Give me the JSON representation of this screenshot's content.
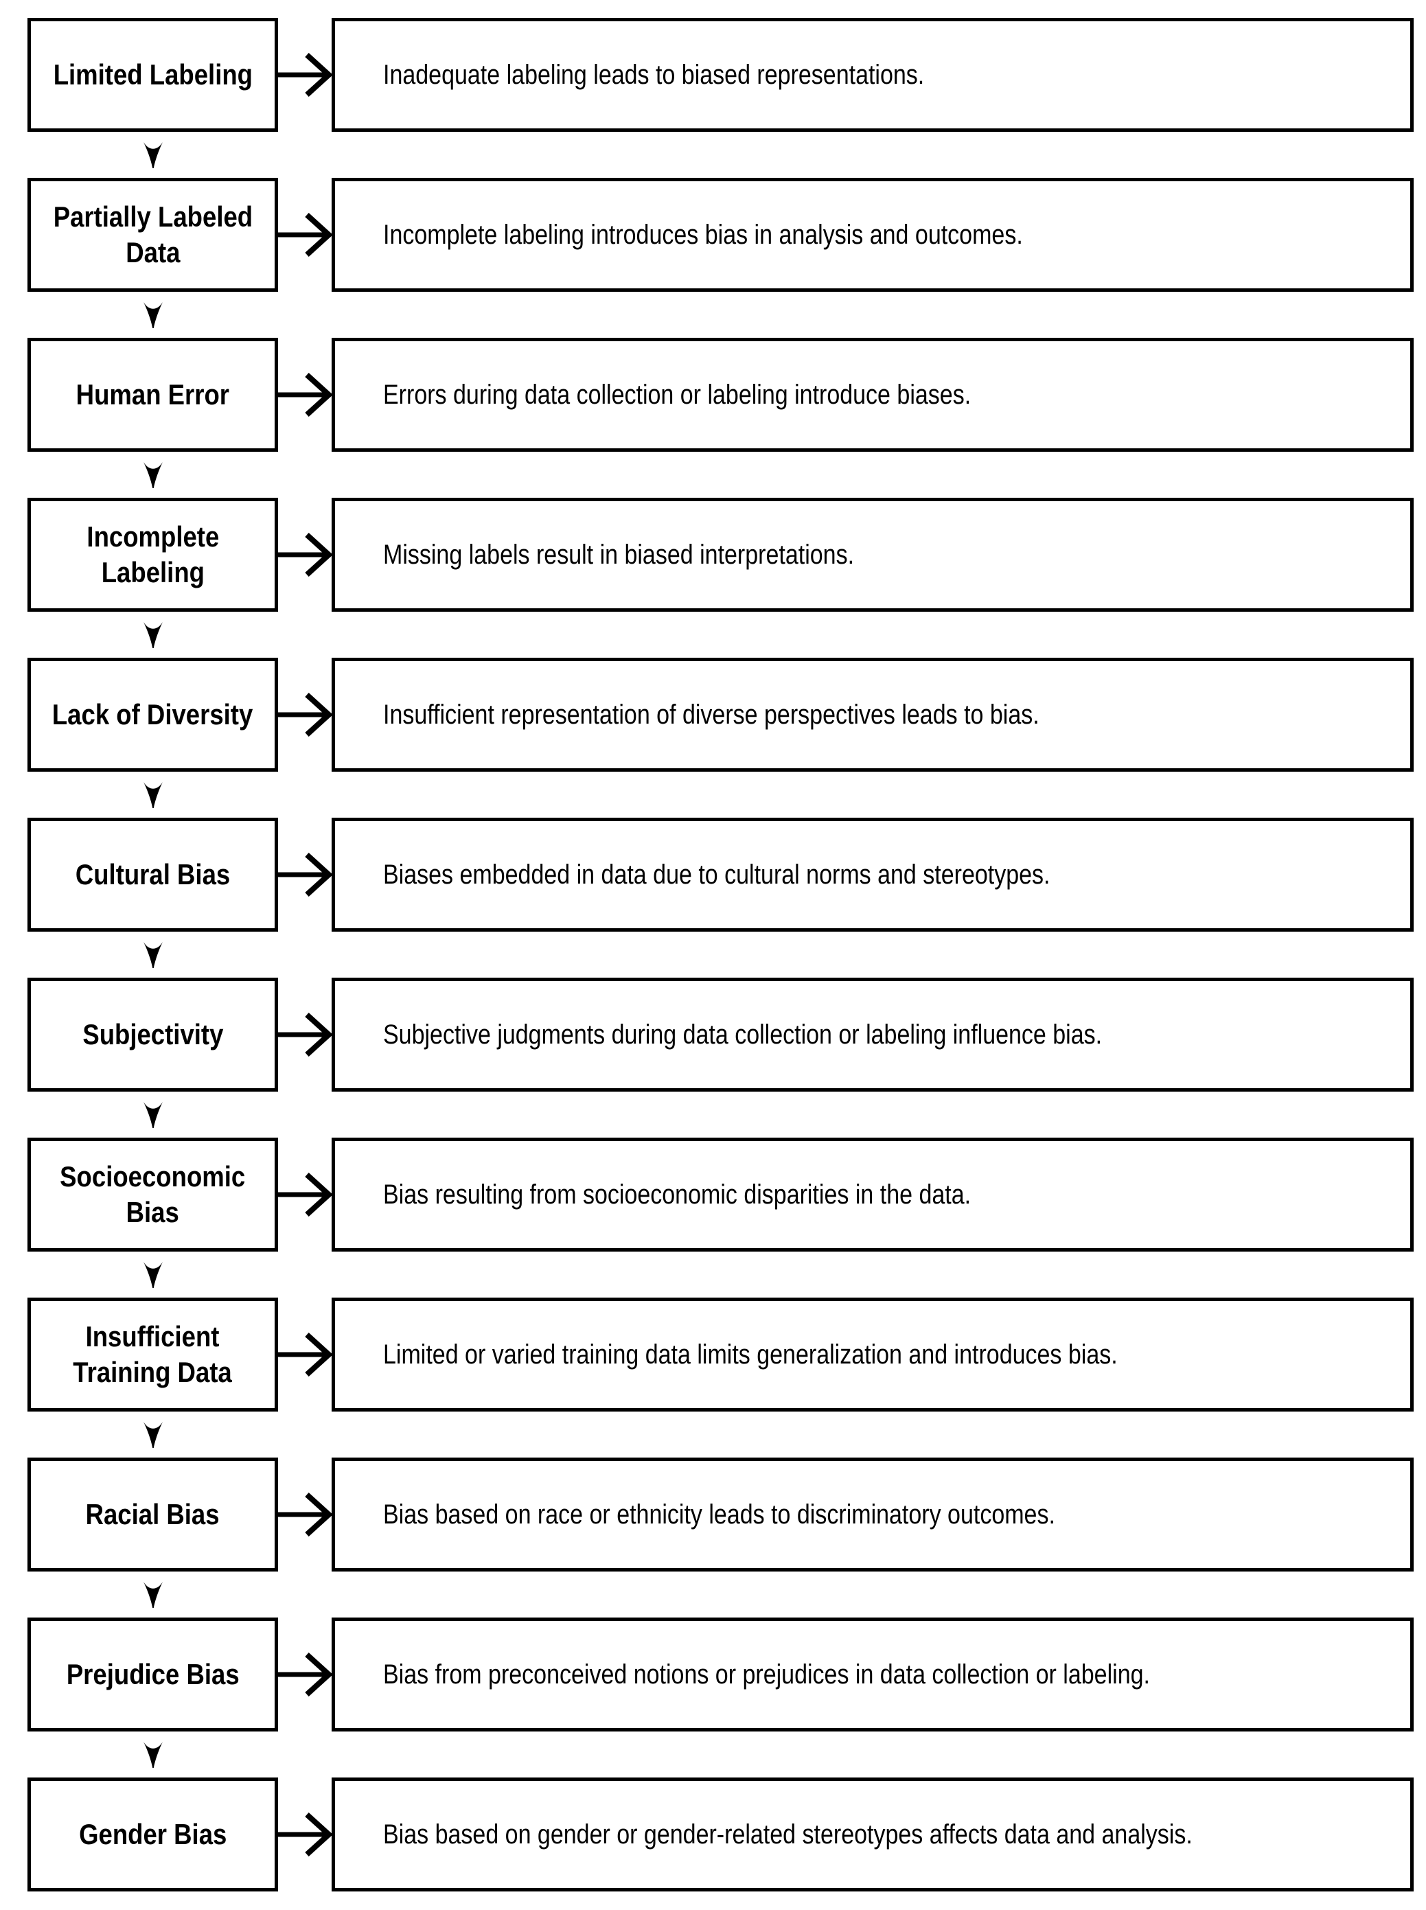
{
  "diagram": {
    "title": "Sources of bias in data labeling flowchart",
    "colors": {
      "line": "#000000",
      "background": "#ffffff",
      "text": "#000000"
    },
    "icons": {
      "horizontal_connector": "right-arrow-icon",
      "vertical_connector": "down-arrow-icon"
    },
    "rows": [
      {
        "term": "Limited Labeling",
        "description": "Inadequate labeling leads to biased representations."
      },
      {
        "term": "Partially Labeled\nData",
        "description": "Incomplete labeling introduces bias in analysis and outcomes."
      },
      {
        "term": "Human Error",
        "description": "Errors during data collection or labeling introduce biases."
      },
      {
        "term": "Incomplete\nLabeling",
        "description": "Missing labels result in biased interpretations."
      },
      {
        "term": "Lack of Diversity",
        "description": "Insufficient representation of diverse perspectives leads to bias."
      },
      {
        "term": "Cultural Bias",
        "description": "Biases embedded in data due to cultural norms and stereotypes."
      },
      {
        "term": "Subjectivity",
        "description": "Subjective judgments during data collection or labeling influence bias."
      },
      {
        "term": "Socioeconomic\nBias",
        "description": "Bias resulting from socioeconomic disparities in the data."
      },
      {
        "term": "Insufficient\nTraining Data",
        "description": "Limited or varied training data limits generalization and introduces bias."
      },
      {
        "term": "Racial Bias",
        "description": "Bias based on race or ethnicity leads to discriminatory outcomes."
      },
      {
        "term": "Prejudice Bias",
        "description": "Bias from preconceived notions or prejudices in data collection or labeling."
      },
      {
        "term": "Gender Bias",
        "description": "Bias based on gender or gender-related stereotypes affects data and analysis."
      }
    ]
  }
}
